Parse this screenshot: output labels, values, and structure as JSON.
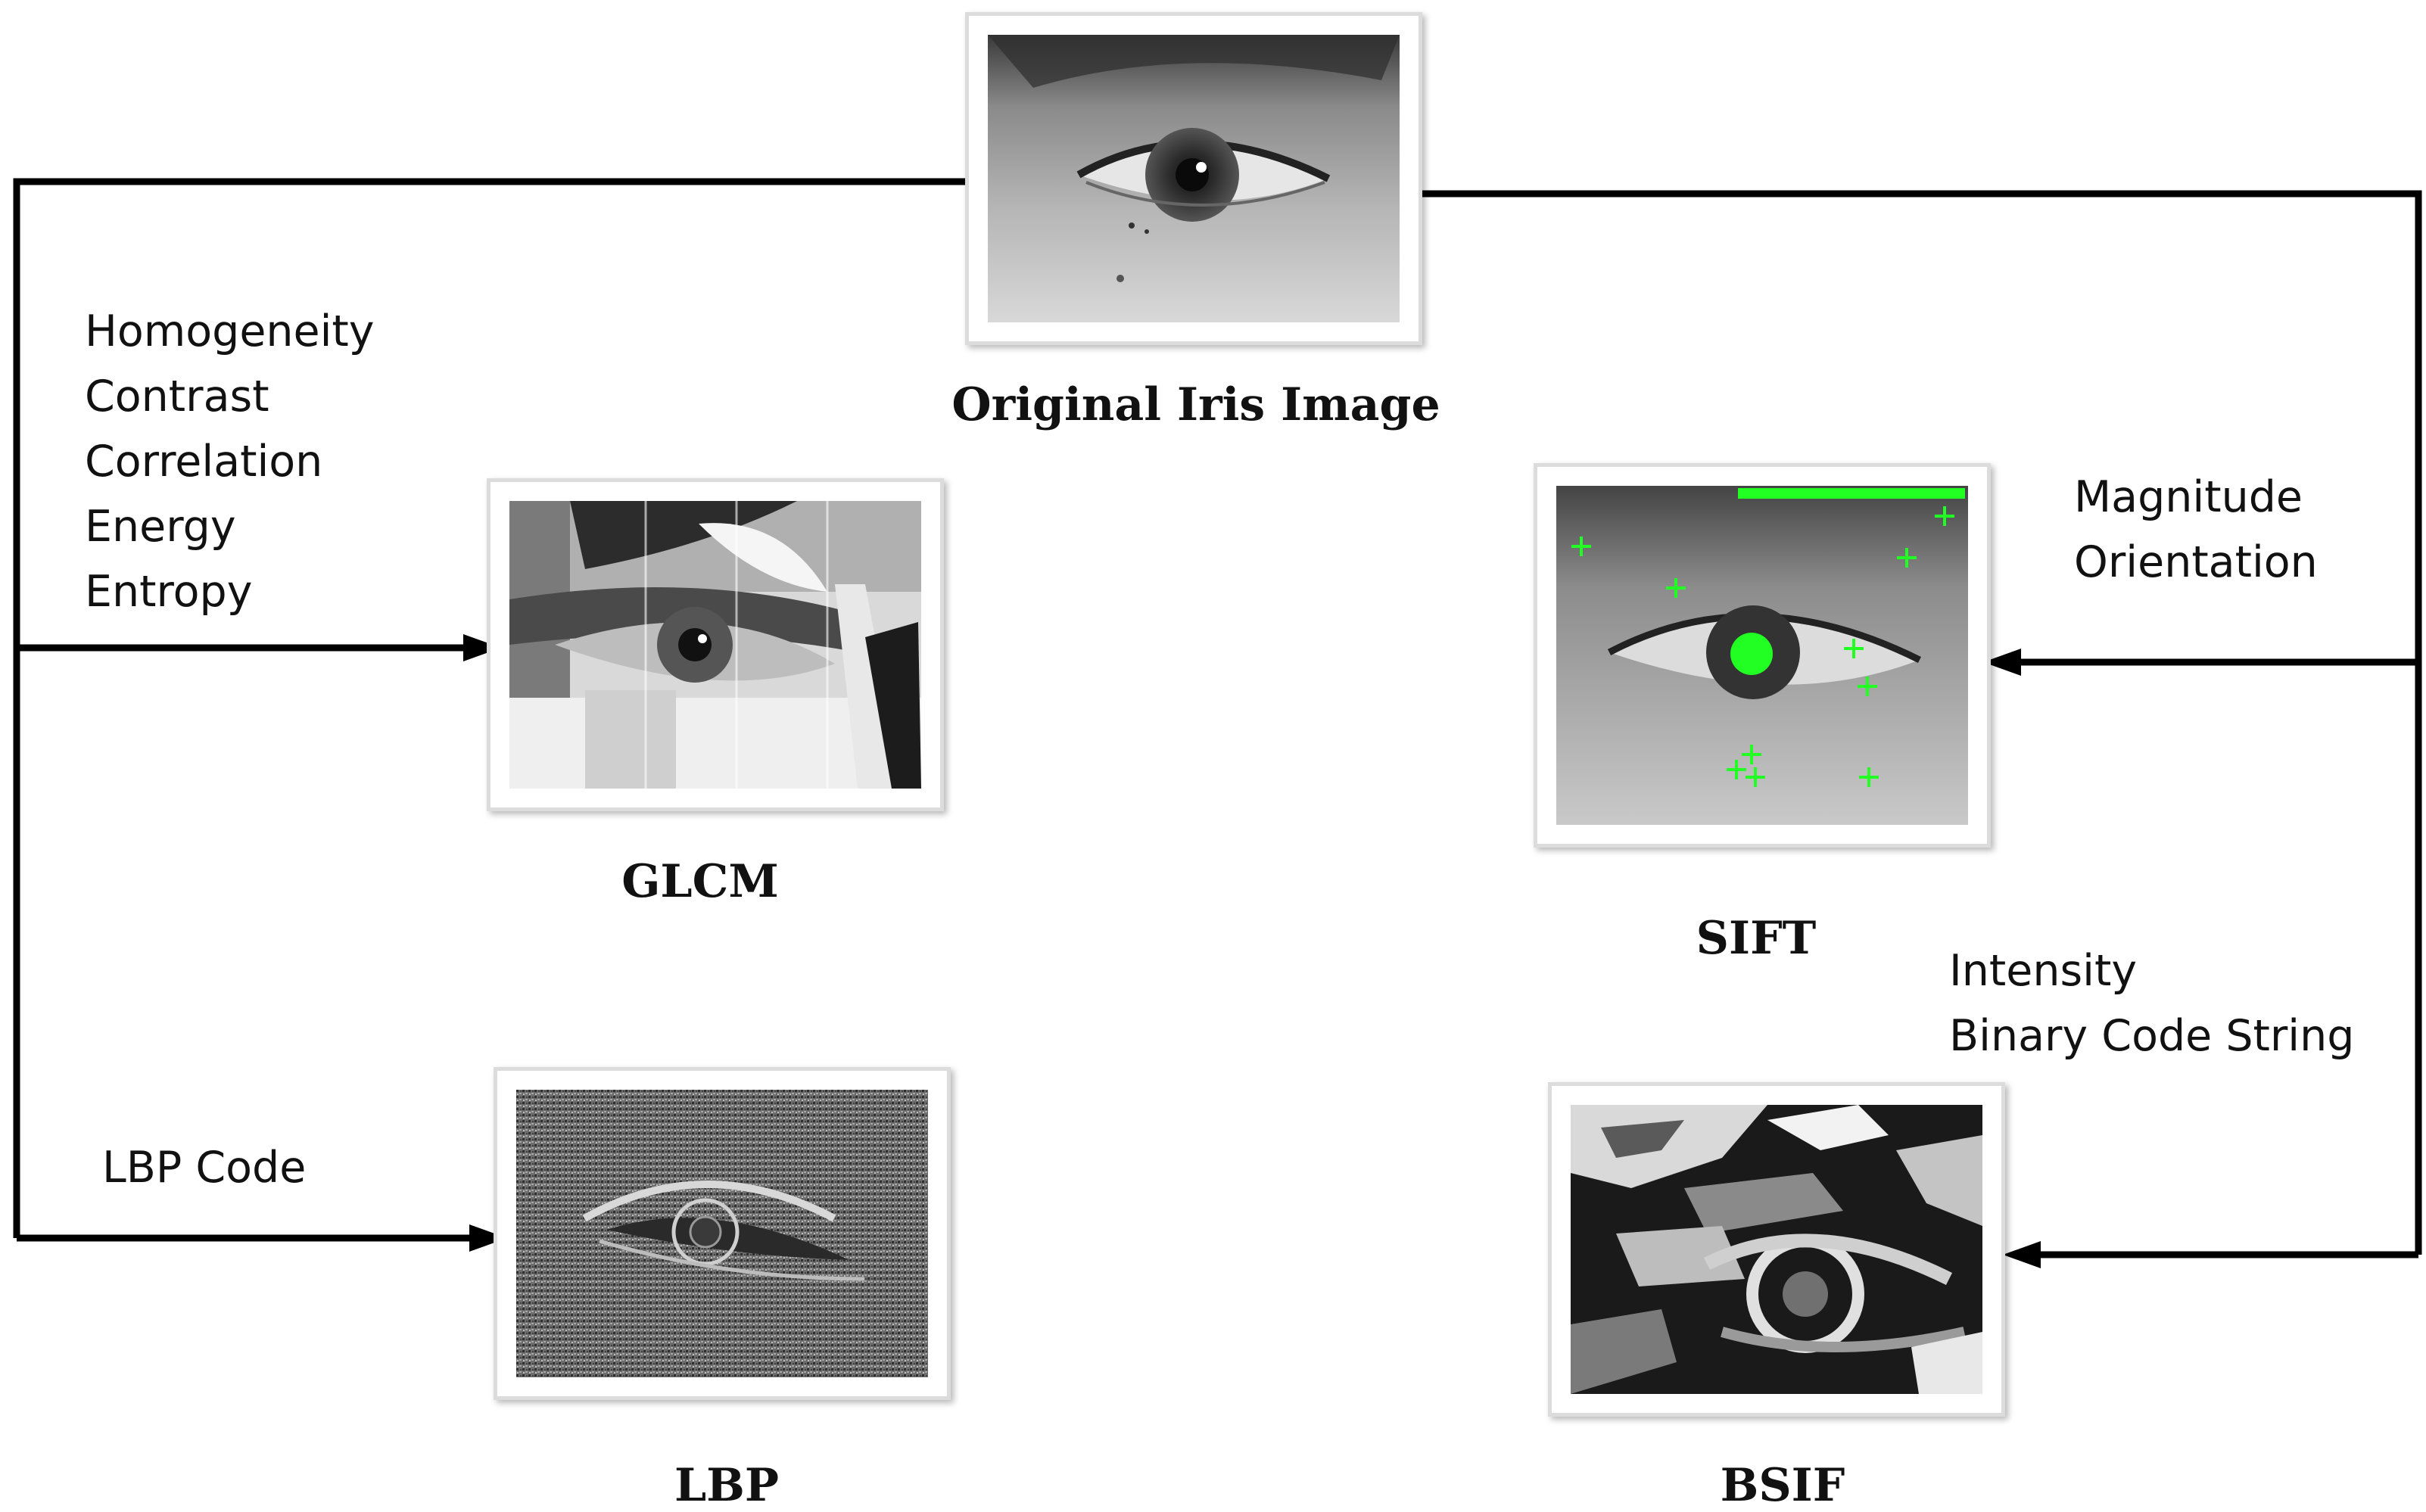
{
  "captions": {
    "original": "Original Iris Image",
    "glcm": "GLCM",
    "lbp": "LBP",
    "sift": "SIFT",
    "bsif": "BSIF"
  },
  "features": {
    "glcm": [
      "Homogeneity",
      "Contrast",
      "Correlation",
      "Energy",
      "Entropy"
    ],
    "sift": [
      "Magnitude",
      "Orientation"
    ],
    "bsif": [
      "Intensity",
      "Binary Code String"
    ],
    "lbp": [
      "LBP Code"
    ]
  },
  "colors": {
    "connector": "#000000",
    "sift_keypoint": "#22ff22",
    "panel_border": "#dcdcdc"
  }
}
